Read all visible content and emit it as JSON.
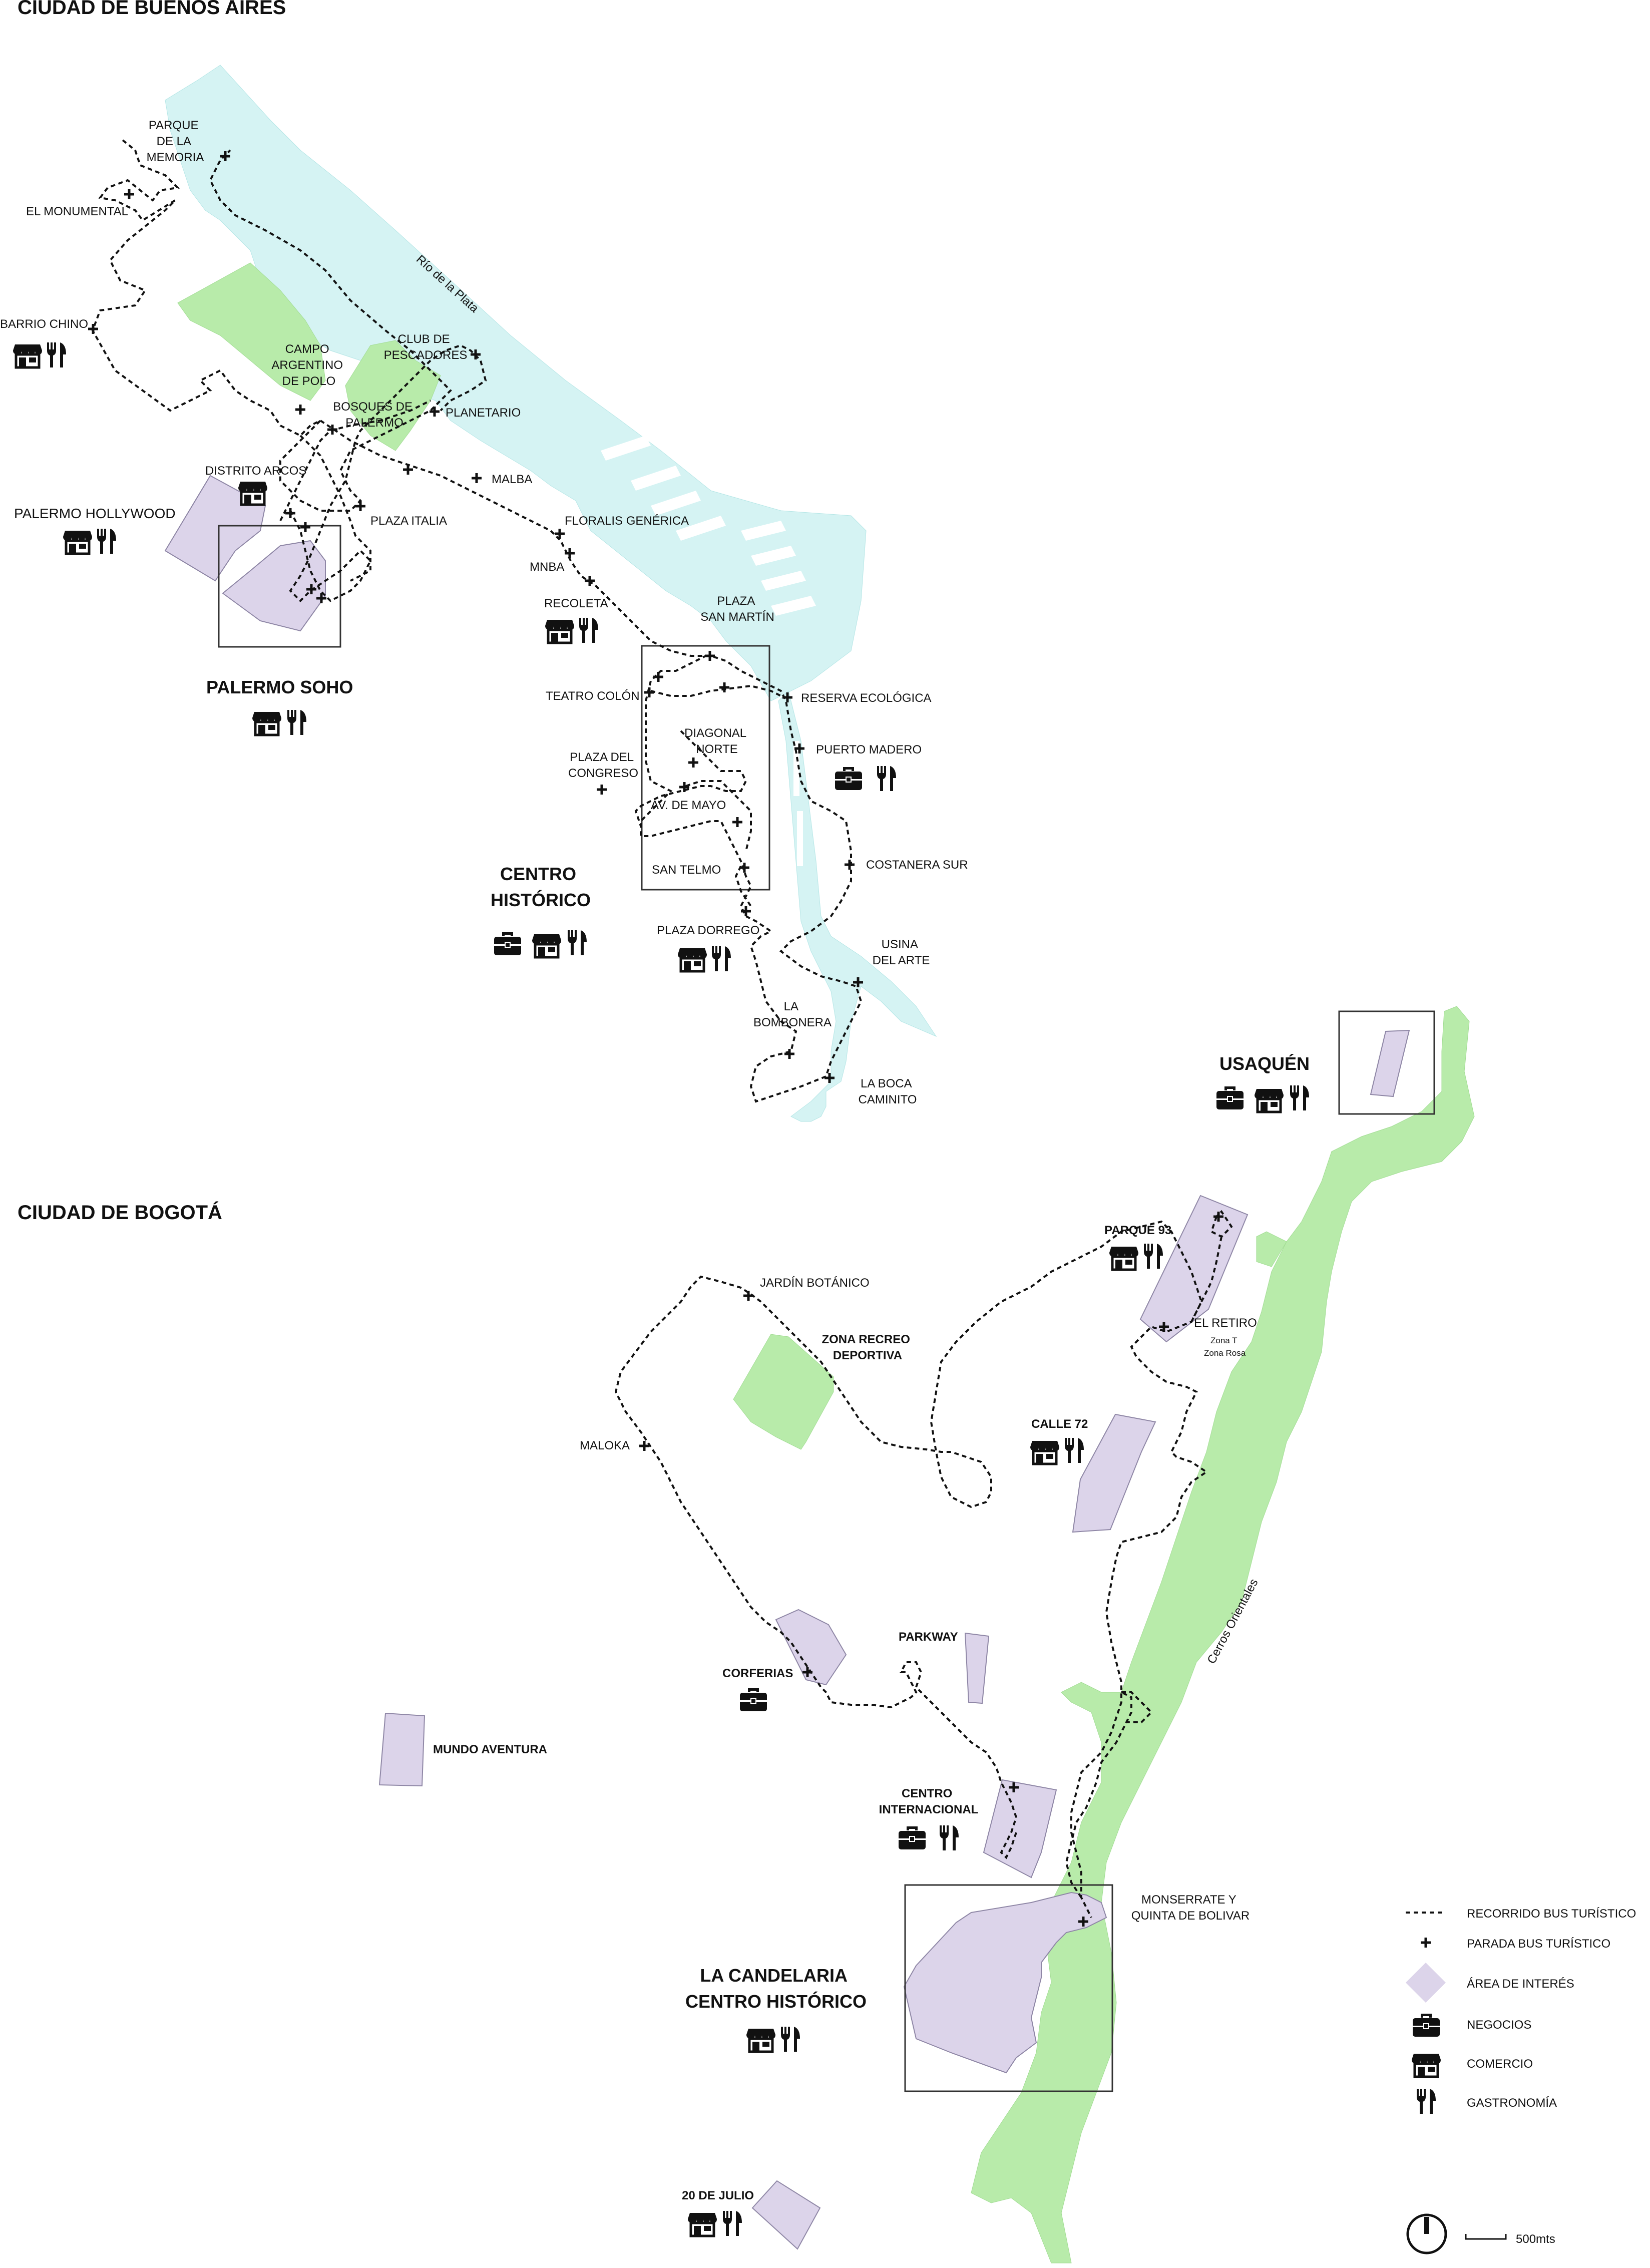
{
  "titles": {
    "buenos_aires": "CIUDAD DE BUENOS AIRES",
    "bogota": "CIUDAD DE BOGOTÁ"
  },
  "buenos_aires": {
    "water_label": "Río de la Plata",
    "stops": {
      "parque_memoria": [
        "PARQUE",
        "DE LA",
        "MEMORIA"
      ],
      "el_monumental": "EL MONUMENTAL",
      "barrio_chino": "BARRIO CHINO",
      "campo_polo": [
        "CAMPO",
        "ARGENTINO",
        "DE POLO"
      ],
      "bosques": [
        "BOSQUES DE",
        "PALERMO"
      ],
      "club_pescadores": [
        "CLUB DE",
        "PESCADORES"
      ],
      "planetario": "PLANETARIO",
      "distrito_arcos": "DISTRITO ARCOS",
      "palermo_hollywood": "PALERMO HOLLYWOOD",
      "plaza_italia": "PLAZA ITALIA",
      "malba": "MALBA",
      "floralis": "FLORALIS GENÉRICA",
      "mnba": "MNBA",
      "recoleta": "RECOLETA",
      "plaza_san_martin": [
        "PLAZA",
        "SAN MARTÍN"
      ],
      "teatro_colon": "TEATRO COLÓN",
      "reserva": "RESERVA ECOLÓGICA",
      "diagonal_norte": [
        "DIAGONAL",
        "NORTE"
      ],
      "puerto_madero": "PUERTO MADERO",
      "plaza_congreso": [
        "PLAZA DEL",
        "CONGRESO"
      ],
      "av_mayo": "AV. DE MAYO",
      "costanera_sur": "COSTANERA SUR",
      "san_telmo": "SAN TELMO",
      "plaza_dorrego": "PLAZA DORREGO",
      "usina": [
        "USINA",
        "DEL ARTE"
      ],
      "bombonera": [
        "LA",
        "BOMBONERA"
      ],
      "la_boca": [
        "LA BOCA",
        "CAMINITO"
      ]
    },
    "districts": {
      "palermo_soho": "PALERMO SOHO",
      "centro_historico": [
        "CENTRO",
        "HISTÓRICO"
      ]
    }
  },
  "bogota": {
    "range_label": "Cerros Orientales",
    "stops": {
      "usaquen": "USAQUÉN",
      "parque93": "PARQUE 93",
      "el_retiro": "EL RETIRO",
      "zona_t": "Zona T",
      "zona_rosa": "Zona Rosa",
      "jardin_botanico": "JARDÍN BOTÁNICO",
      "zona_recreo": [
        "ZONA RECREO",
        "DEPORTIVA"
      ],
      "calle72": "CALLE 72",
      "maloka": "MALOKA",
      "parkway": "PARKWAY",
      "corferias": "CORFERIAS",
      "mundo_aventura": "MUNDO AVENTURA",
      "centro_internacional": [
        "CENTRO",
        "INTERNACIONAL"
      ],
      "monserrate": [
        "MONSERRATE Y",
        "QUINTA DE BOLIVAR"
      ],
      "candelaria": [
        "LA CANDELARIA",
        "CENTRO HISTÓRICO"
      ],
      "veinte_julio": "20 DE JULIO"
    }
  },
  "legend": {
    "route": "RECORRIDO BUS TURÍSTICO",
    "stop": "PARADA BUS TURÍSTICO",
    "area": "ÁREA DE INTERÉS",
    "business": "NEGOCIOS",
    "commerce": "COMERCIO",
    "food": "GASTRONOMÍA"
  },
  "scale": {
    "label": "500mts"
  },
  "icons": [
    "briefcase-icon",
    "shop-icon",
    "fork-knife-icon",
    "north-arrow-icon"
  ],
  "colors": {
    "water": "#d5f3f3",
    "park": "#b8ebaa",
    "interest_area": "#dcd4ea",
    "route": "#111111"
  }
}
